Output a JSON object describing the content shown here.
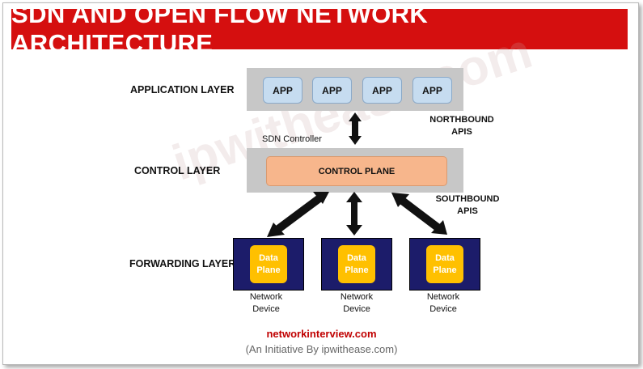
{
  "title": "SDN AND OPEN FLOW NETWORK ARCHITECTURE",
  "layers": {
    "application": "APPLICATION LAYER",
    "control": "CONTROL LAYER",
    "forwarding": "FORWARDING LAYER"
  },
  "apps": [
    "APP",
    "APP",
    "APP",
    "APP"
  ],
  "controller_label": "SDN Controller",
  "control_plane": "CONTROL PLANE",
  "northbound": [
    "NORTHBOUND",
    "APIS"
  ],
  "southbound": [
    "SOUTHBOUND",
    "APIS"
  ],
  "devices": [
    {
      "plane": [
        "Data",
        "Plane"
      ],
      "label": [
        "Network",
        "Device"
      ]
    },
    {
      "plane": [
        "Data",
        "Plane"
      ],
      "label": [
        "Network",
        "Device"
      ]
    },
    {
      "plane": [
        "Data",
        "Plane"
      ],
      "label": [
        "Network",
        "Device"
      ]
    }
  ],
  "watermark": "ipwithease.com",
  "footer": {
    "site": "networkinterview.com",
    "initiative": "(An Initiative By ipwithease.com)"
  },
  "colors": {
    "banner": "#d50f0f",
    "app_fill": "#c6dcf0",
    "control_plane_fill": "#f7b68c",
    "device_fill": "#1c1c6a",
    "data_plane_fill": "#ffc000",
    "footer_site": "#c00000"
  }
}
